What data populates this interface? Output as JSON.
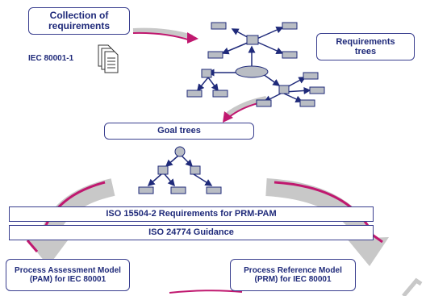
{
  "labels": {
    "collection": "Collection of requirements",
    "iec_doc": "IEC 80001-1",
    "requirements_trees": "Requirements trees",
    "goal_trees": "Goal trees",
    "iso_15504": "ISO 15504-2 Requirements for PRM-PAM",
    "iso_24774": "ISO 24774 Guidance",
    "pam": "Process Assessment Model (PAM) for IEC 80001",
    "prm": "Process Reference Model (PRM) for IEC 80001"
  },
  "colors": {
    "text": "#1f2a7a",
    "border": "#3a3f8f",
    "node_fill": "#b9bdc4",
    "arrow_gray": "#c8c8c8",
    "arrow_magenta": "#c0186f"
  },
  "icons": {
    "document_stack": "document-stack-icon"
  }
}
